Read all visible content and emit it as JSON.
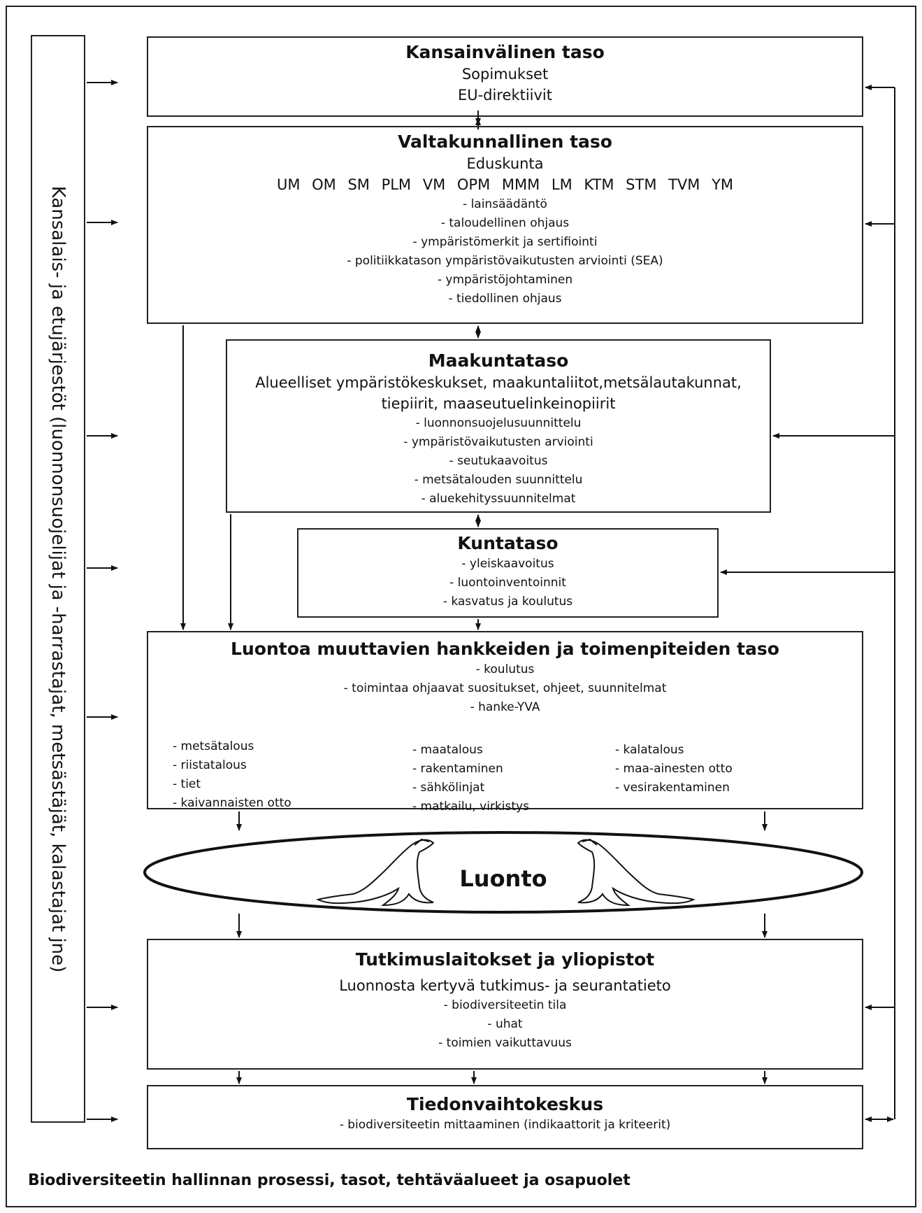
{
  "side_label": "Kansalais- ja etujärjestöt (luonnonsuojelijat ja -harrastajat, metsästäjät, kalastajat jne)",
  "international": {
    "title": "Kansainvälinen taso",
    "lines": [
      "Sopimukset",
      "EU-direktiivit"
    ]
  },
  "national": {
    "title": "Valtakunnallinen taso",
    "subtitle": "Eduskunta",
    "ministries": "UM OM SM PLM VM OPM MMM LM KTM STM TVM YM",
    "items": [
      "- lainsäädäntö",
      "- taloudellinen ohjaus",
      "- ympäristömerkit ja sertifiointi",
      "- politiikkatason ympäristövaikutusten arviointi (SEA)",
      "- ympäristöjohtaminen",
      "- tiedollinen ohjaus"
    ]
  },
  "regional": {
    "title": "Maakuntataso",
    "sub1": "Alueelliset ympäristökeskukset, maakuntaliitot,metsälautakunnat,",
    "sub2": "tiepiirit, maaseutuelinkeinopiirit",
    "items": [
      "- luonnonsuojelusuunnittelu",
      "- ympäristövaikutusten arviointi",
      "- seutukaavoitus",
      "- metsätalouden suunnittelu",
      "- aluekehityssuunnitelmat"
    ]
  },
  "municipal": {
    "title": "Kuntataso",
    "items": [
      "- yleiskaavoitus",
      "- luontoinventoinnit",
      "- kasvatus ja koulutus"
    ]
  },
  "projects": {
    "title": "Luontoa muuttavien hankkeiden ja toimenpiteiden taso",
    "items": [
      "- koulutus",
      "- toimintaa ohjaavat suositukset, ohjeet, suunnitelmat",
      "- hanke-YVA"
    ],
    "col1": [
      "- metsätalous",
      "- riistatalous",
      "- tiet",
      "- kaivannaisten otto"
    ],
    "col2": [
      "- maatalous",
      "- rakentaminen",
      "- sähkölinjat",
      "- matkailu, virkistys"
    ],
    "col3": [
      "- kalatalous",
      "- maa-ainesten otto",
      "- vesirakentaminen"
    ]
  },
  "nature": {
    "label": "Luonto"
  },
  "research": {
    "title": "Tutkimuslaitokset ja yliopistot",
    "subtitle": "Luonnosta kertyvä tutkimus- ja seurantatieto",
    "items": [
      "- biodiversiteetin tila",
      "- uhat",
      "- toimien vaikuttavuus"
    ]
  },
  "exchange": {
    "title": "Tiedonvaihtokeskus",
    "items": [
      "- biodiversiteetin mittaaminen (indikaattorit ja kriteerit)"
    ]
  },
  "caption": "Biodiversiteetin hallinnan prosessi, tasot, tehtäväalueet ja osapuolet"
}
